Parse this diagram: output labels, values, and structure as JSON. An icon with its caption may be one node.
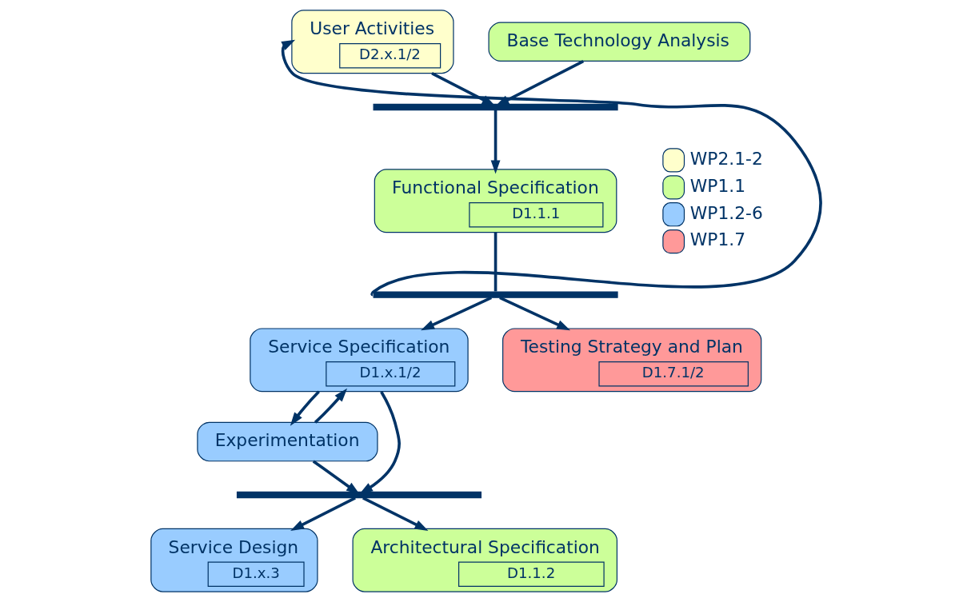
{
  "diagram": {
    "nodes": [
      {
        "text": [
          "User Activities",
          "D2.x.1/2"
        ]
      },
      {
        "text": [
          "Base Technology Analysis"
        ]
      },
      {
        "text": [],
        "shape": "bar"
      },
      {
        "text": [
          "Functional Specification",
          "D1.1.1"
        ]
      },
      {
        "text": [],
        "shape": "bar"
      },
      {
        "text": [
          "Service Specification",
          "D1.x.1/2"
        ]
      },
      {
        "text": [
          "Testing Strategy and Plan",
          "D1.7.1/2"
        ]
      },
      {
        "text": [
          "Experimentation"
        ]
      },
      {
        "text": [],
        "shape": "bar"
      },
      {
        "text": [
          "Service Design",
          "D1.x.3"
        ]
      },
      {
        "text": [
          "Architectural Specification",
          "D1.1.2"
        ]
      }
    ],
    "edges": [
      {
        "from": 0,
        "to": 2,
        "arrow": "to"
      },
      {
        "from": 1,
        "to": 2,
        "arrow": "to"
      },
      {
        "from": 2,
        "to": 3,
        "arrow": "to"
      },
      {
        "from": 3,
        "to": 4,
        "arrow": "none"
      },
      {
        "from": 4,
        "to": 0,
        "arrow": "to"
      },
      {
        "from": 4,
        "to": 5,
        "arrow": "to"
      },
      {
        "from": 4,
        "to": 6,
        "arrow": "to"
      },
      {
        "from": 5,
        "to": 7,
        "arrow": "to"
      },
      {
        "from": 7,
        "to": 5,
        "arrow": "to"
      },
      {
        "from": 7,
        "to": 8,
        "arrow": "to"
      },
      {
        "from": 5,
        "to": 8,
        "arrow": "to"
      },
      {
        "from": 8,
        "to": 9,
        "arrow": "to"
      },
      {
        "from": 8,
        "to": 10,
        "arrow": "to"
      }
    ],
    "legend": [
      {
        "text": "WP2.1-2",
        "color": "#ffffcc"
      },
      {
        "text": "WP1.1",
        "color": "#ccff99"
      },
      {
        "text": "WP1.2-6",
        "color": "#99ccff"
      },
      {
        "text": "WP1.7",
        "color": "#ff9999"
      }
    ]
  }
}
